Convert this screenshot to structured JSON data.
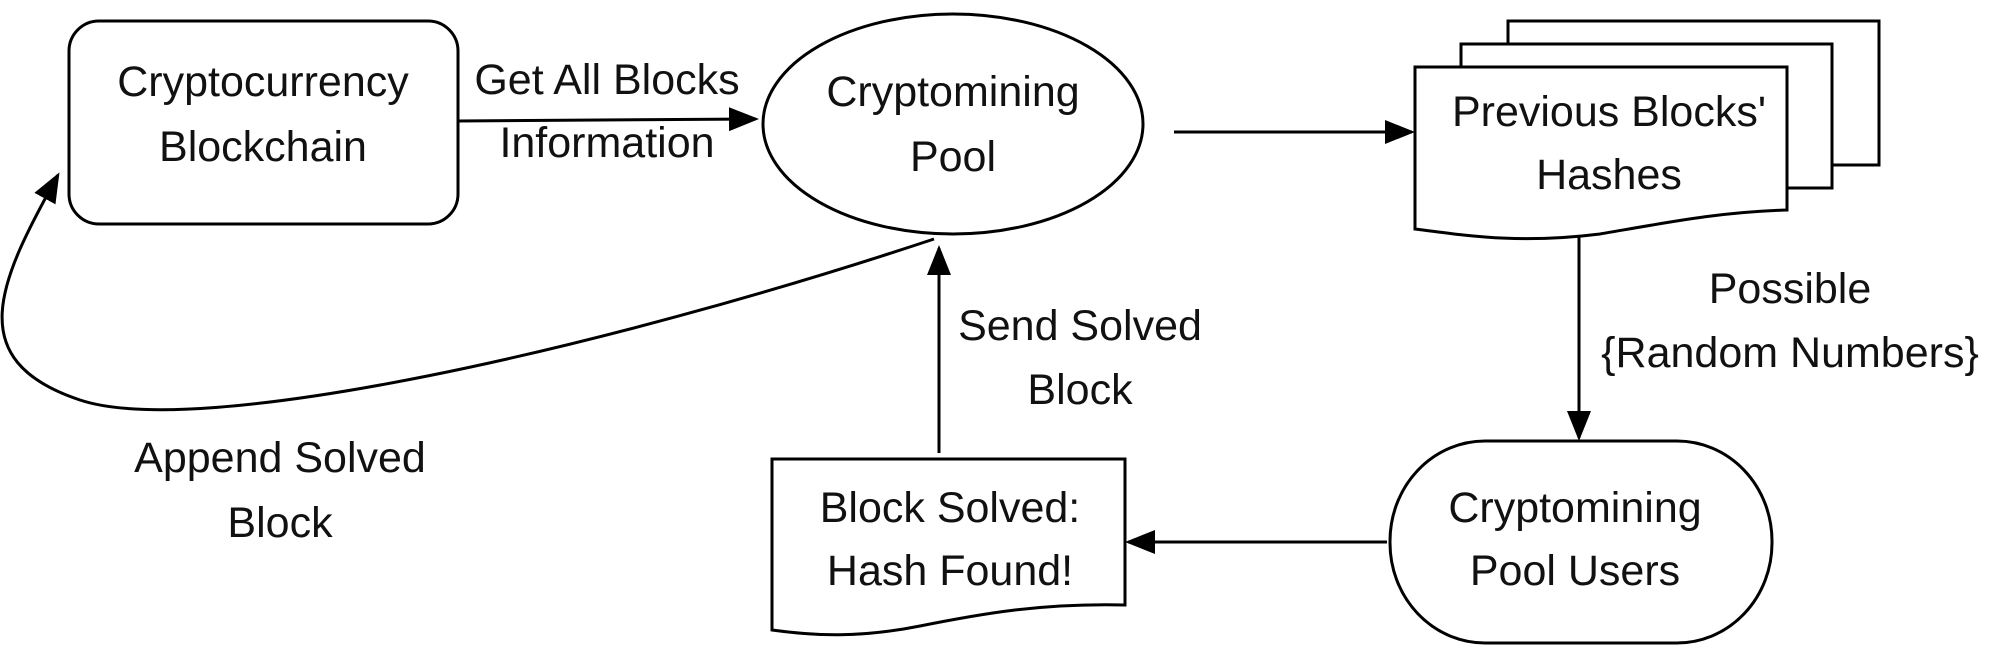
{
  "nodes": {
    "blockchain": {
      "line1": "Cryptocurrency",
      "line2": "Blockchain"
    },
    "pool": {
      "line1": "Cryptomining",
      "line2": "Pool"
    },
    "hashes": {
      "line1": "Previous Blocks'",
      "line2": "Hashes"
    },
    "users": {
      "line1": "Cryptomining",
      "line2": "Pool Users"
    },
    "solved": {
      "line1": "Block Solved:",
      "line2": "Hash Found!"
    }
  },
  "edges": {
    "get_all_blocks": {
      "line1": "Get All Blocks",
      "line2": "Information"
    },
    "random_numbers": {
      "line1": "Possible",
      "line2": "{Random Numbers}"
    },
    "send_solved": {
      "line1": "Send Solved",
      "line2": "Block"
    },
    "append_solved": {
      "line1": "Append Solved",
      "line2": "Block"
    }
  },
  "colors": {
    "stroke": "#000000",
    "background": "#ffffff",
    "text": "#111111"
  }
}
